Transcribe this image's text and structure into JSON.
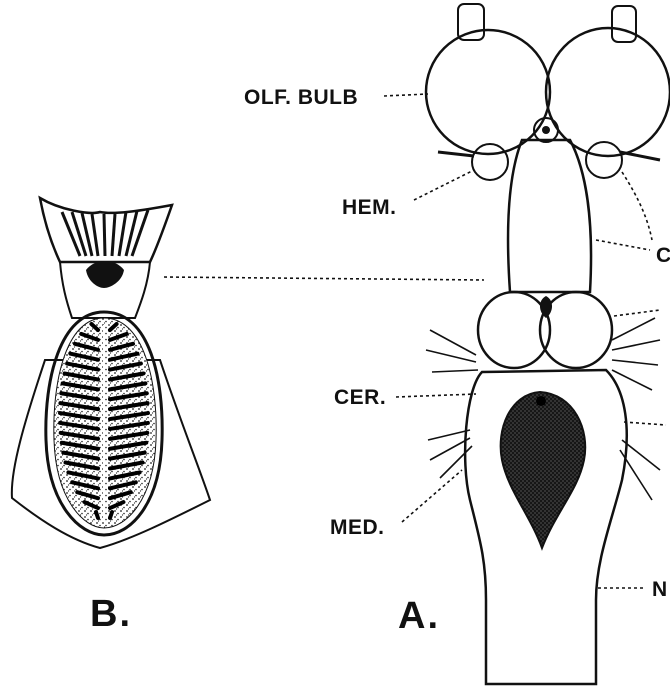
{
  "figure": {
    "panel_a_label": "A.",
    "panel_b_label": "B.",
    "labels": {
      "olf_bulb": "OLF. BULB",
      "hem": "HEM.",
      "cer": "CER.",
      "med": "MED.",
      "right_c": "C",
      "right_n": "N"
    }
  },
  "colors": {
    "ink": "#111111",
    "paper": "#ffffff"
  }
}
